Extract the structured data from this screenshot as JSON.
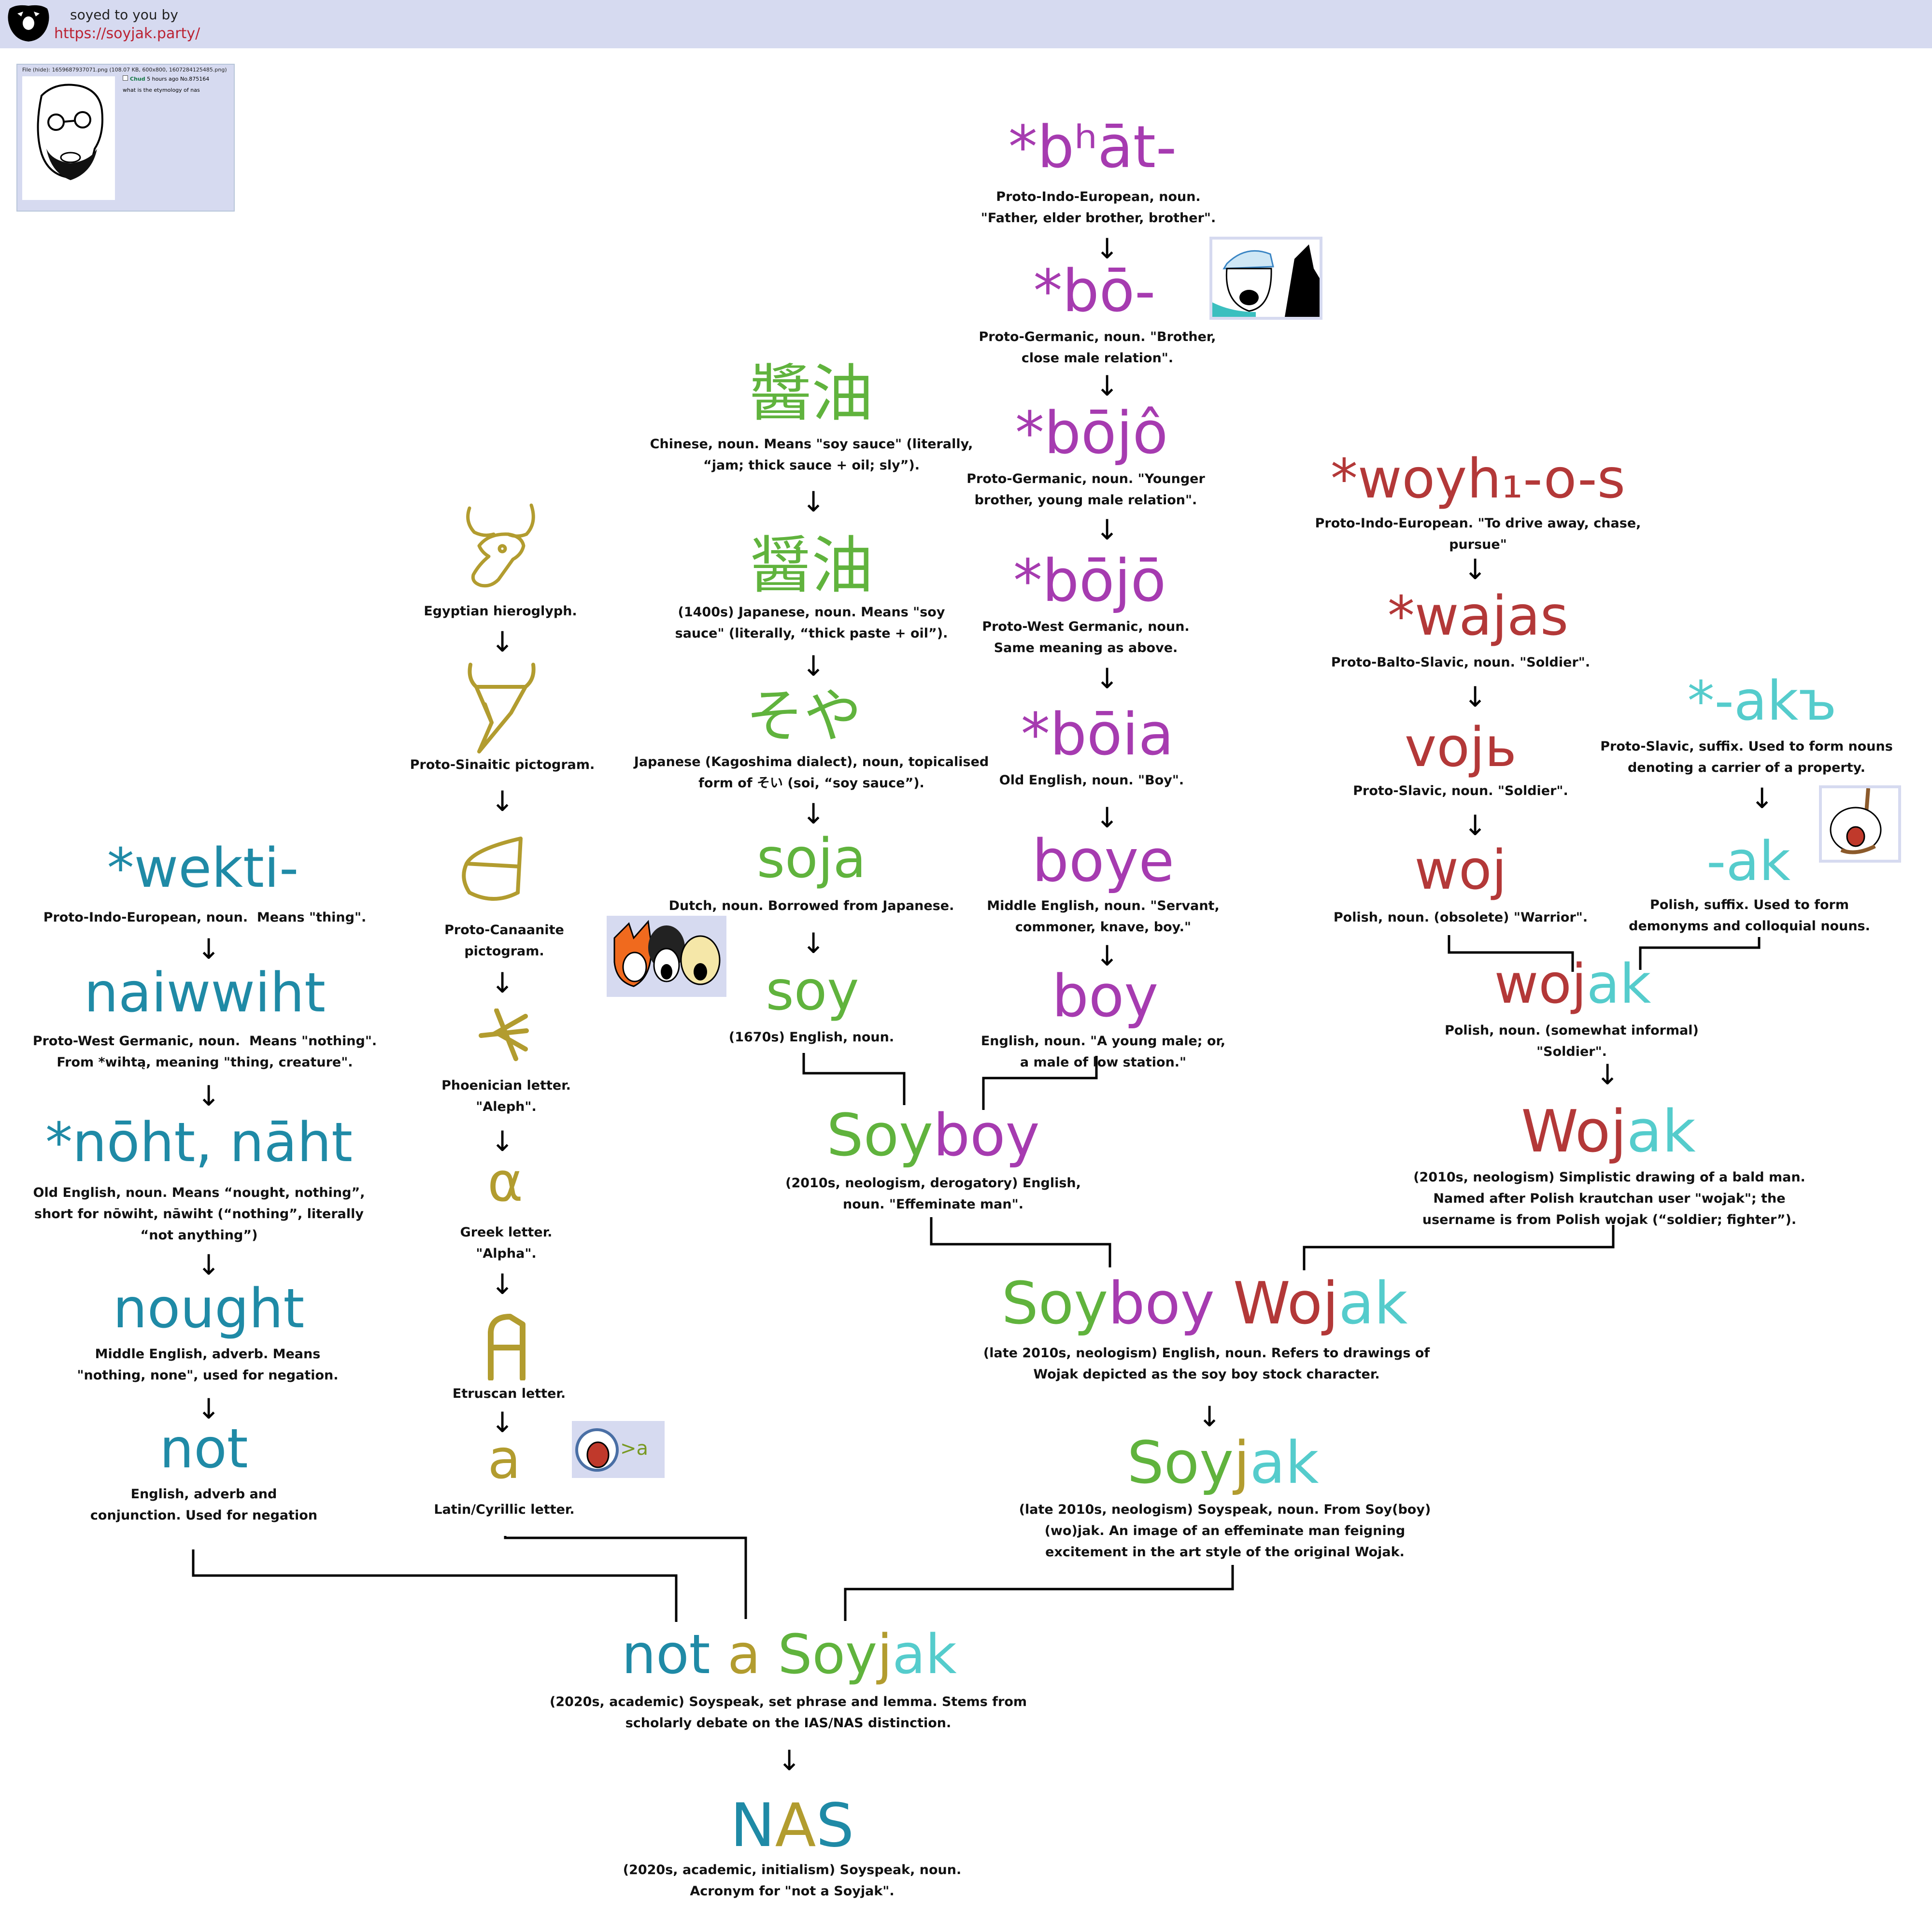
{
  "header": {
    "line1": "soyed to you by",
    "line2": "https://soyjak.party/"
  },
  "post": {
    "fileinfo": "File (hide): 1659687937071.png (108.07 KB, 600x800, 1607284125485.png)",
    "name": "Chud",
    "meta": "5 hours ago No.875164",
    "message": "what is the etymology of nas"
  },
  "colors": {
    "teal": "#1f8aa6",
    "gold": "#b29c2f",
    "green": "#60b33d",
    "purple": "#a63bb0",
    "red": "#b33838",
    "cyan": "#55cccc"
  },
  "arrow_glyph": "↓",
  "col_not": [
    {
      "word": "*wekti-",
      "desc": "Proto-Indo-European, noun.  Means \"thing\"."
    },
    {
      "word": "naiwwiht",
      "desc": "Proto-West Germanic, noun.  Means \"nothing\".\nFrom *wihtą, meaning \"thing, creature\"."
    },
    {
      "word": "*nōht, nāht",
      "desc": "Old English, noun. Means “nought, nothing”,\nshort for nōwiht, nāwiht (“nothing”, literally\n“not anything”)"
    },
    {
      "word": "nought",
      "desc": "Middle English, adverb. Means\n\"nothing, none\", used for negation."
    },
    {
      "word": "not",
      "desc": "English, adverb and\nconjunction. Used for negation"
    }
  ],
  "col_a": [
    {
      "glyph": "ox-head-hieroglyph",
      "desc": "Egyptian hieroglyph."
    },
    {
      "glyph": "ox-head-pictogram",
      "desc": "Proto-Sinaitic pictogram."
    },
    {
      "glyph": "canaanite-aleph",
      "desc": "Proto-Canaanite\npictogram."
    },
    {
      "word": "𐤀",
      "desc": "Phoenician letter.\n\"Aleph\"."
    },
    {
      "word": "α",
      "desc": "Greek letter.\n\"Alpha\"."
    },
    {
      "word": "𐌀",
      "desc": "Etruscan letter."
    },
    {
      "word": "a",
      "desc": "Latin/Cyrillic letter."
    }
  ],
  "a_thumb_label": ">a",
  "col_soy": [
    {
      "word": "醬油",
      "desc": "Chinese, noun. Means \"soy sauce\" (literally,\n“jam; thick sauce + oil; sly”)."
    },
    {
      "word": "醤油",
      "desc": "(1400s) Japanese, noun. Means \"soy\nsauce\" (literally, “thick paste + oil”)."
    },
    {
      "word": "そや",
      "desc": "Japanese (Kagoshima dialect), noun, topicalised\nform of そい (soi, “soy sauce”)."
    },
    {
      "word": "soja",
      "desc": "Dutch, noun. Borrowed from Japanese."
    },
    {
      "word": "soy",
      "desc": "(1670s) English, noun."
    }
  ],
  "col_boy": [
    {
      "word": "*bʰāt-",
      "desc": "Proto-Indo-European, noun.\n\"Father, elder brother, brother\"."
    },
    {
      "word": "*bō-",
      "desc": "Proto-Germanic, noun. \"Brother,\nclose male relation\"."
    },
    {
      "word": "*bōjô",
      "desc": "Proto-Germanic, noun. \"Younger\nbrother, young male relation\"."
    },
    {
      "word": "*bōjō",
      "desc": "Proto-West Germanic, noun.\nSame meaning as above."
    },
    {
      "word": "*bōia",
      "desc": "Old English, noun. \"Boy\"."
    },
    {
      "word": "boye",
      "desc": "Middle English, noun. \"Servant,\ncommoner, knave, boy.\""
    },
    {
      "word": "boy",
      "desc": "English, noun. \"A young male; or,\na male of low station.\""
    }
  ],
  "col_woj": [
    {
      "word": "*woyh₁-o-s",
      "desc": "Proto-Indo-European. \"To drive away, chase,\npursue\""
    },
    {
      "word": "*wajas",
      "desc": "Proto-Balto-Slavic, noun. \"Soldier\"."
    },
    {
      "word": "vojь",
      "desc": "Proto-Slavic, noun. \"Soldier\"."
    },
    {
      "word": "woj",
      "desc": "Polish, noun. (obsolete) \"Warrior\"."
    }
  ],
  "col_ak": [
    {
      "word": "*-akъ",
      "desc": "Proto-Slavic, suffix. Used to form nouns\ndenoting a carrier of a property."
    },
    {
      "word": "-ak",
      "desc": "Polish, suffix. Used to form\ndemonyms and colloquial nouns."
    }
  ],
  "wojak_polish": {
    "a": "woj",
    "b": "ak",
    "desc": "Polish, noun. (somewhat informal)\n\"Soldier\"."
  },
  "wojak_meme": {
    "a": "Woj",
    "b": "ak",
    "desc": "(2010s, neologism) Simplistic drawing of a bald man.\nNamed after Polish krautchan user \"wojak\"; the\nusername is from Polish wojak (“soldier; fighter”)."
  },
  "soyboy": {
    "a": "Soy",
    "b": "boy",
    "desc": "(2010s, neologism, derogatory) English,\nnoun. \"Effeminate man\"."
  },
  "soyboy_wojak": {
    "a": "Soy",
    "b": "boy",
    "c": "Woj",
    "d": "ak",
    "desc": "(late 2010s, neologism) English, noun. Refers to drawings of\nWojak depicted as the soy boy stock character."
  },
  "soyjak": {
    "a": "Soy",
    "b": "j",
    "c": "ak",
    "desc": "(late 2010s, neologism) Soyspeak, noun. From Soy(boy)\n(wo)jak. An image of an effeminate man feigning\nexcitement in the art style of the original Wojak."
  },
  "nas_phrase": {
    "a": "not",
    "b": "a",
    "c": "Soy",
    "d": "j",
    "e": "ak",
    "desc": "(2020s, academic) Soyspeak, set phrase and lemma. Stems from\nscholarly debate on the IAS/NAS distinction."
  },
  "nas": {
    "a": "N",
    "b": "A",
    "c": "S",
    "desc": "(2020s, academic, initialism) Soyspeak, noun.\nAcronym for \"not a Soyjak\"."
  }
}
